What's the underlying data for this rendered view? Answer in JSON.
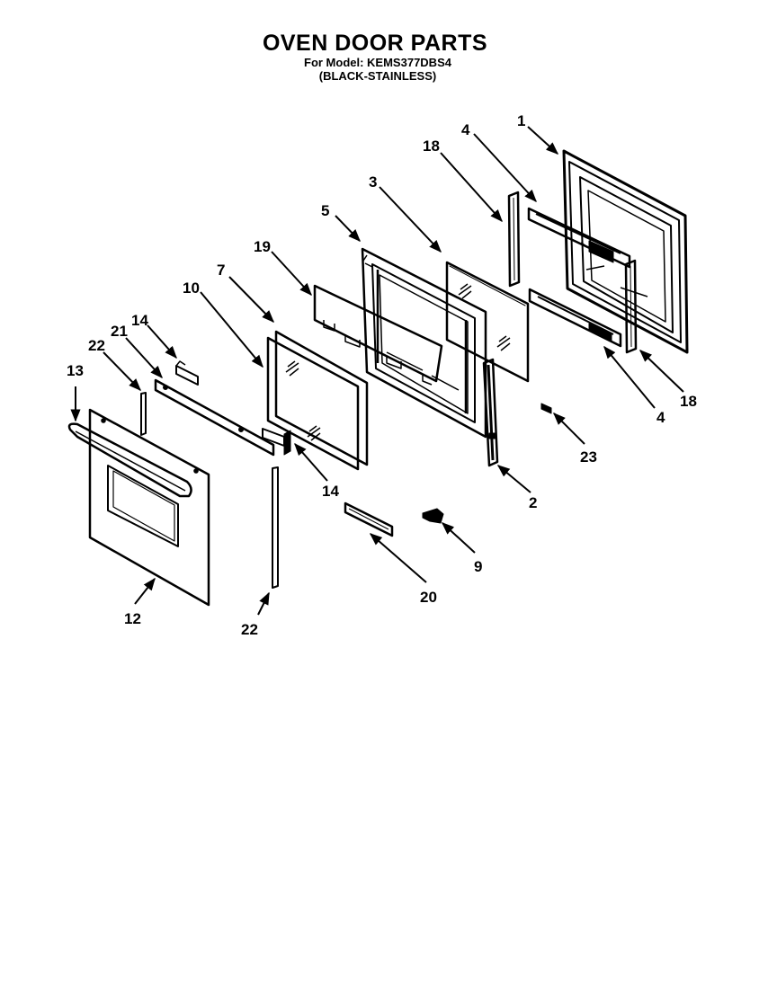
{
  "header": {
    "title": "OVEN DOOR PARTS",
    "model_line": "For Model: KEMS377DBS4",
    "color_line": "(BLACK-STAINLESS)"
  },
  "callouts": [
    {
      "id": "c-1",
      "label": "1"
    },
    {
      "id": "c-4a",
      "label": "4"
    },
    {
      "id": "c-18a",
      "label": "18"
    },
    {
      "id": "c-3",
      "label": "3"
    },
    {
      "id": "c-5",
      "label": "5"
    },
    {
      "id": "c-19",
      "label": "19"
    },
    {
      "id": "c-7",
      "label": "7"
    },
    {
      "id": "c-10",
      "label": "10"
    },
    {
      "id": "c-14a",
      "label": "14"
    },
    {
      "id": "c-21",
      "label": "21"
    },
    {
      "id": "c-22a",
      "label": "22"
    },
    {
      "id": "c-13",
      "label": "13"
    },
    {
      "id": "c-18b",
      "label": "18"
    },
    {
      "id": "c-4b",
      "label": "4"
    },
    {
      "id": "c-23",
      "label": "23"
    },
    {
      "id": "c-2",
      "label": "2"
    },
    {
      "id": "c-14b",
      "label": "14"
    },
    {
      "id": "c-9",
      "label": "9"
    },
    {
      "id": "c-20",
      "label": "20"
    },
    {
      "id": "c-12",
      "label": "12"
    },
    {
      "id": "c-22b",
      "label": "22"
    }
  ]
}
